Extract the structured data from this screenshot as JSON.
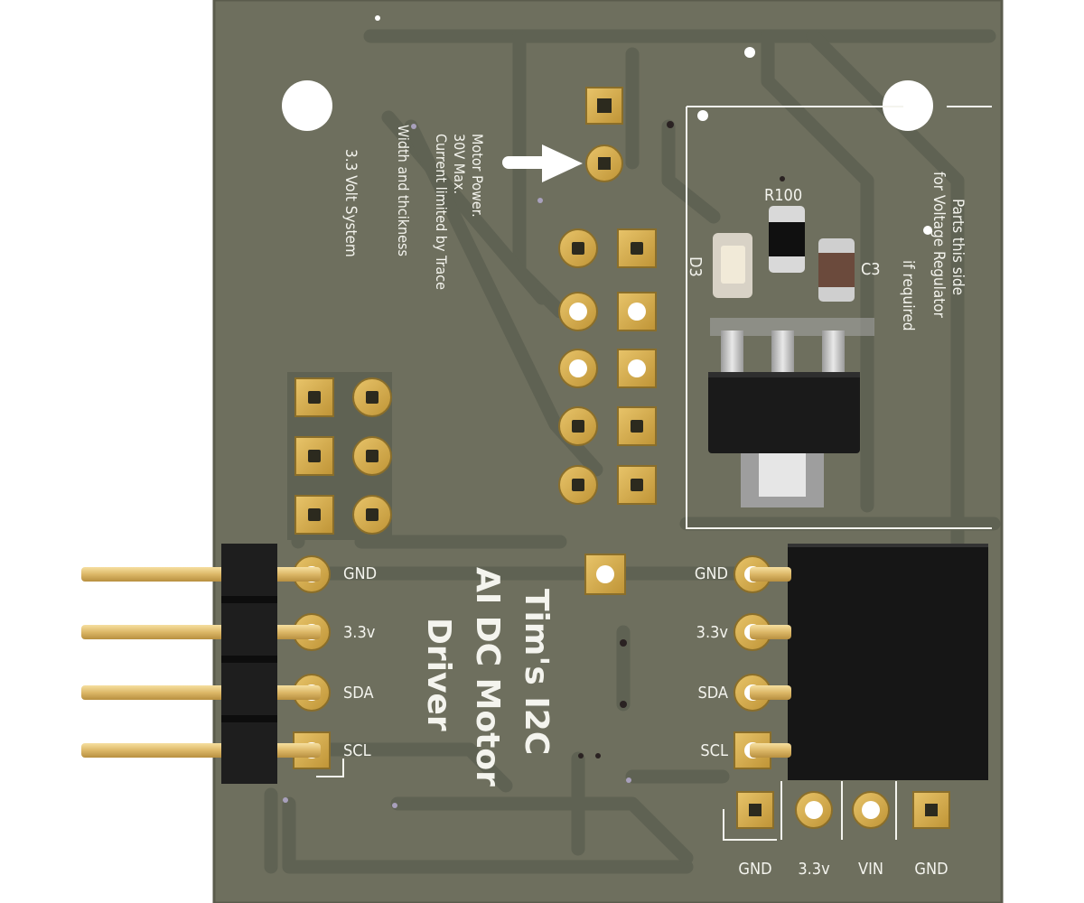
{
  "board": {
    "title_line1": "Tim's I2C",
    "title_line2": "AI DC Motor",
    "title_line3": "Driver",
    "system_label": "3.3 Volt System",
    "motor_note": [
      "Motor Power.",
      "30V Max.",
      "Current limited by Trace",
      "Width and thcikness"
    ],
    "regulator_note": [
      "Parts this side",
      "for Voltage Regulator",
      "if required"
    ]
  },
  "components": {
    "r100": "R100",
    "d3": "D3",
    "c3": "C3"
  },
  "left_header": {
    "pins": [
      "GND",
      "3.3v",
      "SDA",
      "SCL"
    ]
  },
  "right_header": {
    "pins": [
      "GND",
      "3.3v",
      "SDA",
      "SCL"
    ]
  },
  "bottom_header": {
    "pins": [
      "GND",
      "3.3v",
      "VIN",
      "GND"
    ]
  },
  "colors": {
    "pcb": "#6e6f5e",
    "trace": "#5f6253",
    "copper": "#d4a94a",
    "silkscreen": "#f4f4ee",
    "component_body": "#1b1b1b"
  }
}
